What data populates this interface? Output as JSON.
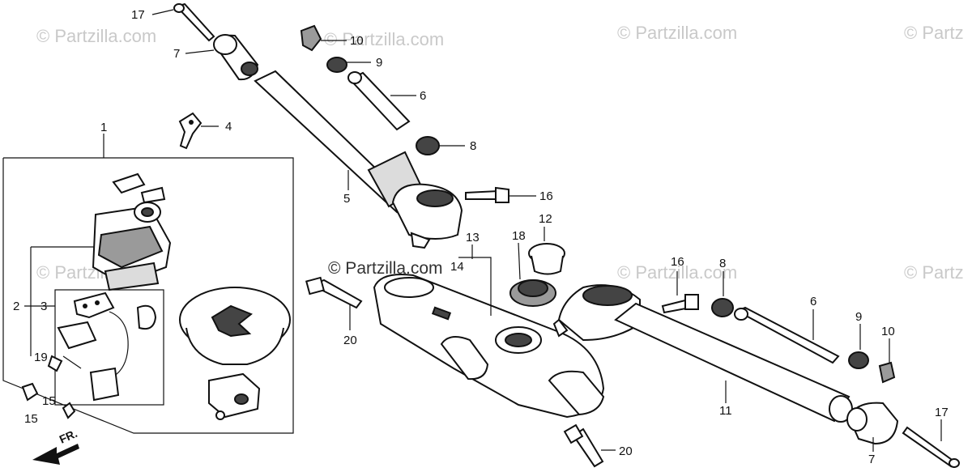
{
  "watermark": {
    "text": "© Partzilla.com",
    "short_text": "© Partz",
    "center_text": "© Partzilla.com"
  },
  "callouts": {
    "c1": "1",
    "c2": "2",
    "c3": "3",
    "c4": "4",
    "c5": "5",
    "c6a": "6",
    "c6b": "6",
    "c7a": "7",
    "c7b": "7",
    "c8a": "8",
    "c8b": "8",
    "c9a": "9",
    "c9b": "9",
    "c10a": "10",
    "c10b": "10",
    "c11": "11",
    "c12": "12",
    "c13": "13",
    "c14": "14",
    "c15a": "15",
    "c15b": "15",
    "c16a": "16",
    "c16b": "16",
    "c17a": "17",
    "c17b": "17",
    "c18": "18",
    "c19": "19",
    "c20a": "20",
    "c20b": "20"
  },
  "direction_label": "FR."
}
